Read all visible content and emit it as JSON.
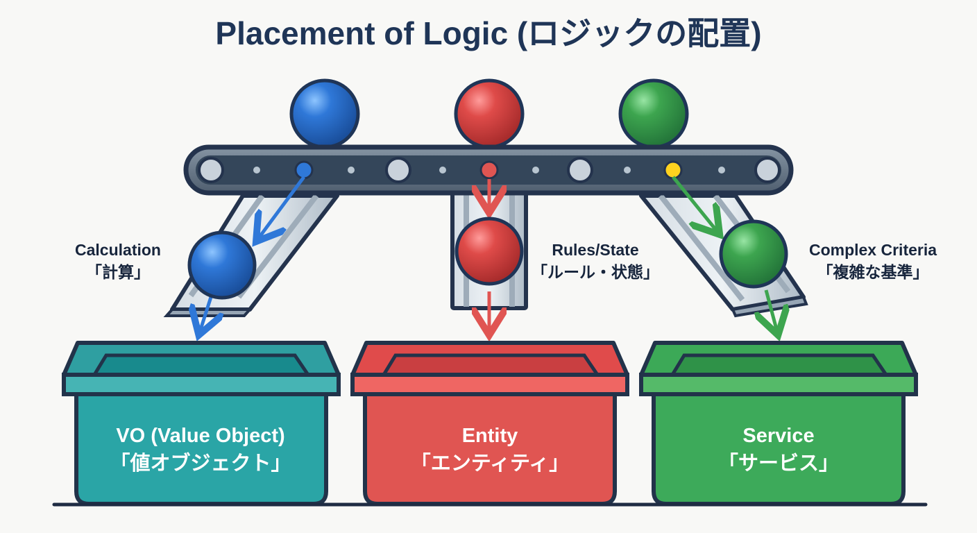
{
  "title": "Placement of Logic (ロジックの配置)",
  "labels": {
    "calculation": {
      "en": "Calculation",
      "ja": "「計算」"
    },
    "rules_state": {
      "en": "Rules/State",
      "ja": "「ルール・状態」"
    },
    "complex_criteria": {
      "en": "Complex Criteria",
      "ja": "「複雑な基準」"
    }
  },
  "bins": [
    {
      "title": "VO (Value Object)",
      "subtitle": "「値オブジェクト」",
      "color": "#2aa5a6"
    },
    {
      "title": "Entity",
      "subtitle": "「エンティティ」",
      "color": "#e05552"
    },
    {
      "title": "Service",
      "subtitle": "「サービス」",
      "color": "#3daa5a"
    }
  ],
  "colors": {
    "blue": "#2f78d8",
    "red": "#e05552",
    "green": "#3da54f",
    "outline": "#24334d",
    "conveyor": "#5f6f82",
    "chute": "#c9d3dc"
  }
}
